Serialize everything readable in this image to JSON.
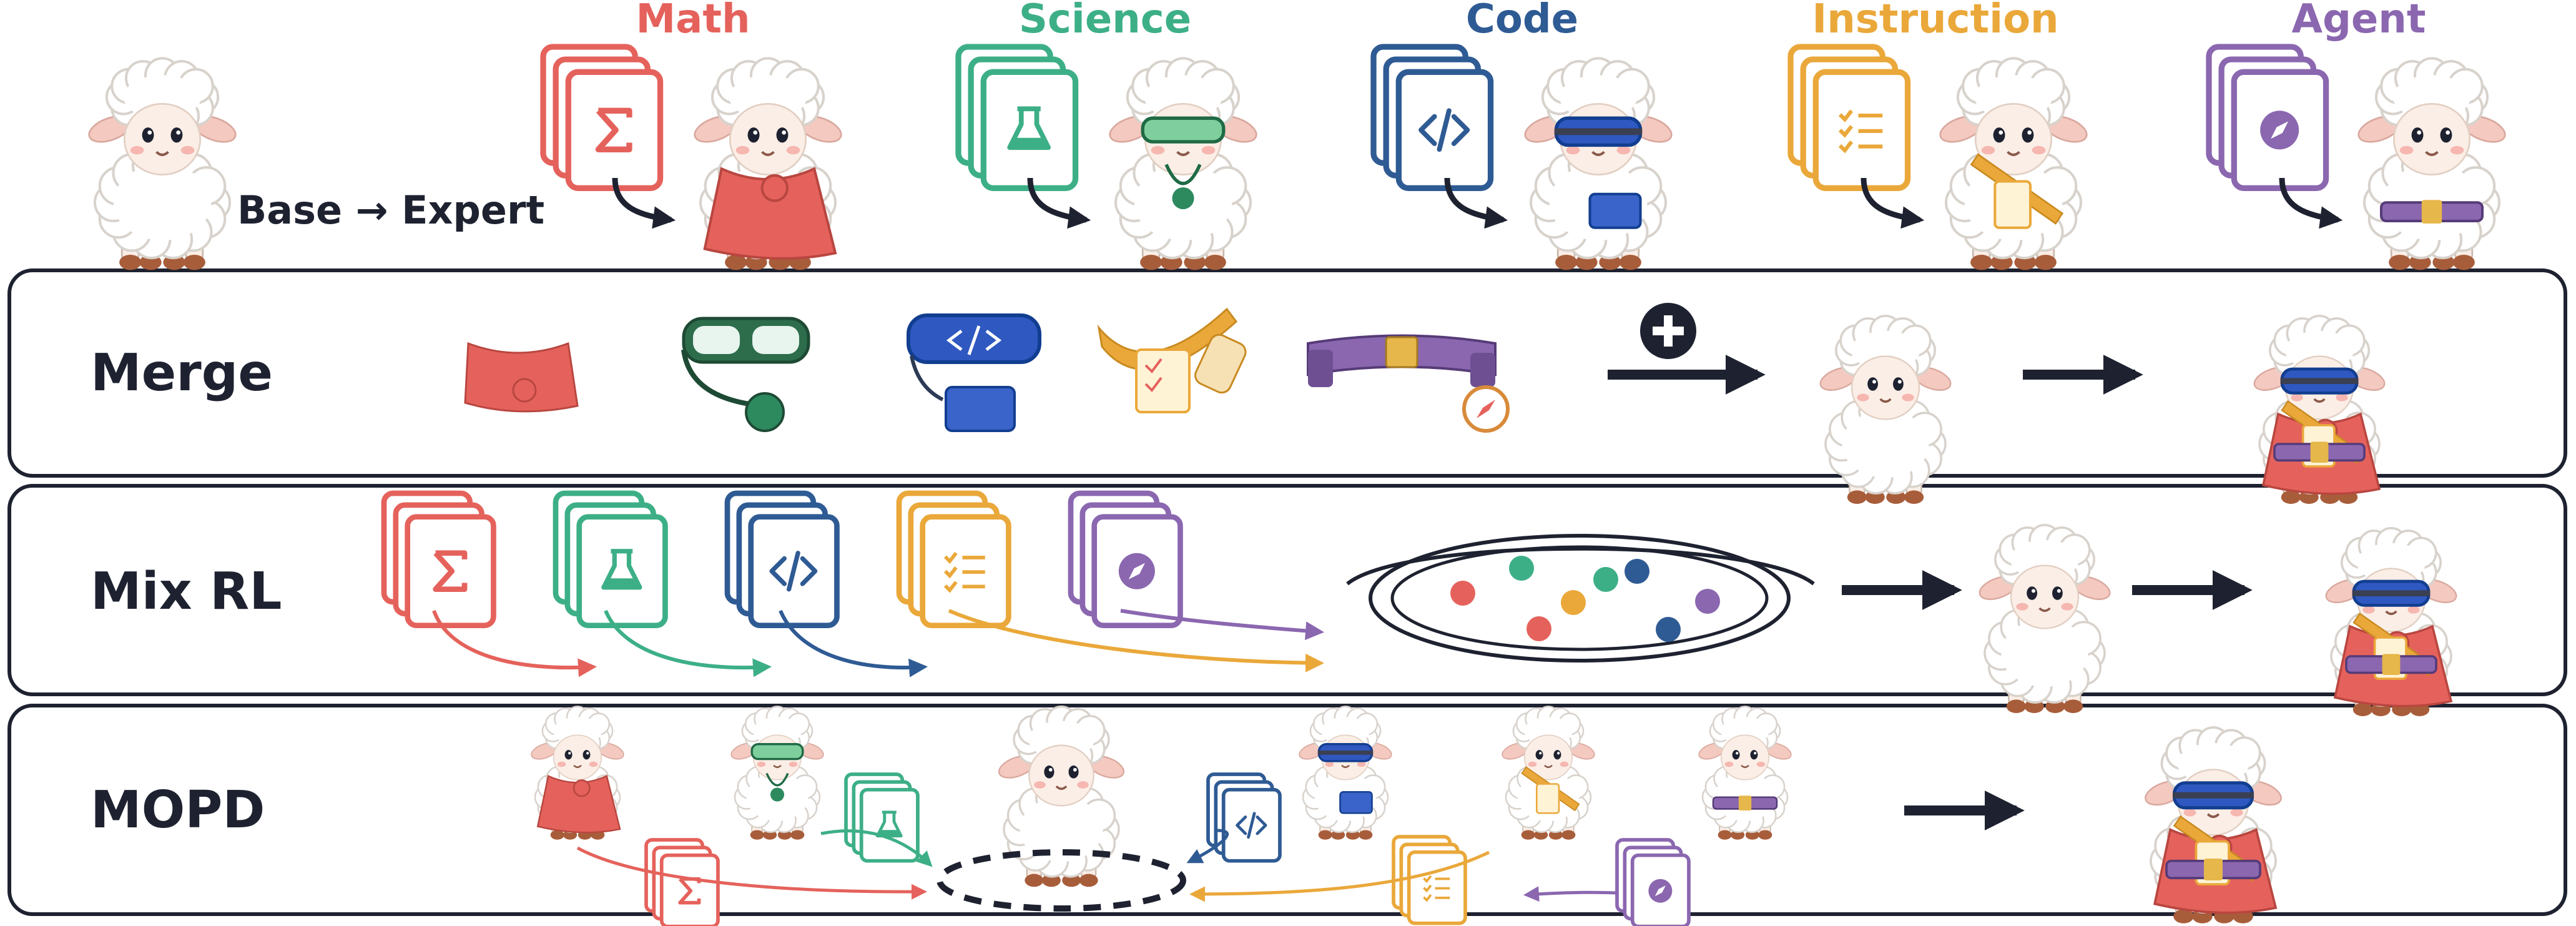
{
  "header": {
    "base_to_expert": "Base → Expert"
  },
  "domains": [
    {
      "key": "math",
      "label": "Math",
      "color": "#e5625c",
      "icon": "sigma-icon"
    },
    {
      "key": "science",
      "label": "Science",
      "color": "#3daf87",
      "icon": "flask-icon"
    },
    {
      "key": "code",
      "label": "Code",
      "color": "#2f5b94",
      "icon": "code-brackets-icon"
    },
    {
      "key": "instruction",
      "label": "Instruction",
      "color": "#eaa83a",
      "icon": "checklist-icon"
    },
    {
      "key": "agent",
      "label": "Agent",
      "color": "#8b67b0",
      "icon": "compass-icon"
    }
  ],
  "panels": {
    "merge": {
      "title": "Merge"
    },
    "mixrl": {
      "title": "Mix RL"
    },
    "mopd": {
      "title": "MOPD"
    }
  },
  "colors": {
    "outline": "#1e2230",
    "wool": "#ffffff",
    "wool_stroke": "#d8d2cc",
    "face": "#fbeee6",
    "hoof": "#a85d3a",
    "goggle": "#2f58c0"
  }
}
